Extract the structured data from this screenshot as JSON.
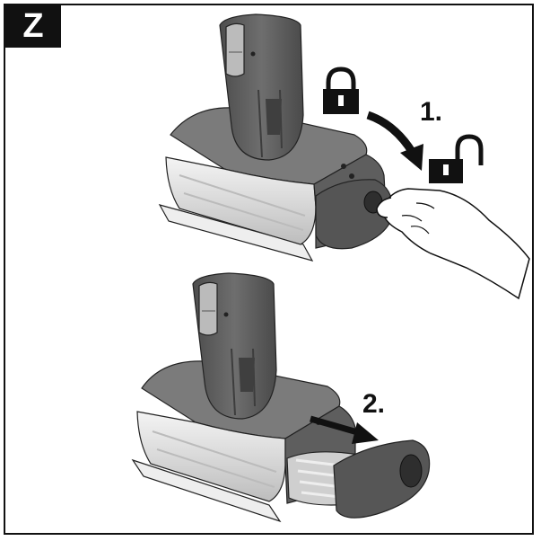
{
  "figure": {
    "label": "Z",
    "step_1": "1.",
    "step_2": "2."
  },
  "icons": [
    "padlock-locked-icon",
    "padlock-unlocked-icon",
    "rotate-arrow-icon",
    "pull-arrow-icon"
  ],
  "colors": {
    "device_dark": "#5a5a5a",
    "device_mid": "#777777",
    "device_light": "#9a9a9a",
    "transparent_cover": "#e6e6e6",
    "outline": "#111111"
  }
}
